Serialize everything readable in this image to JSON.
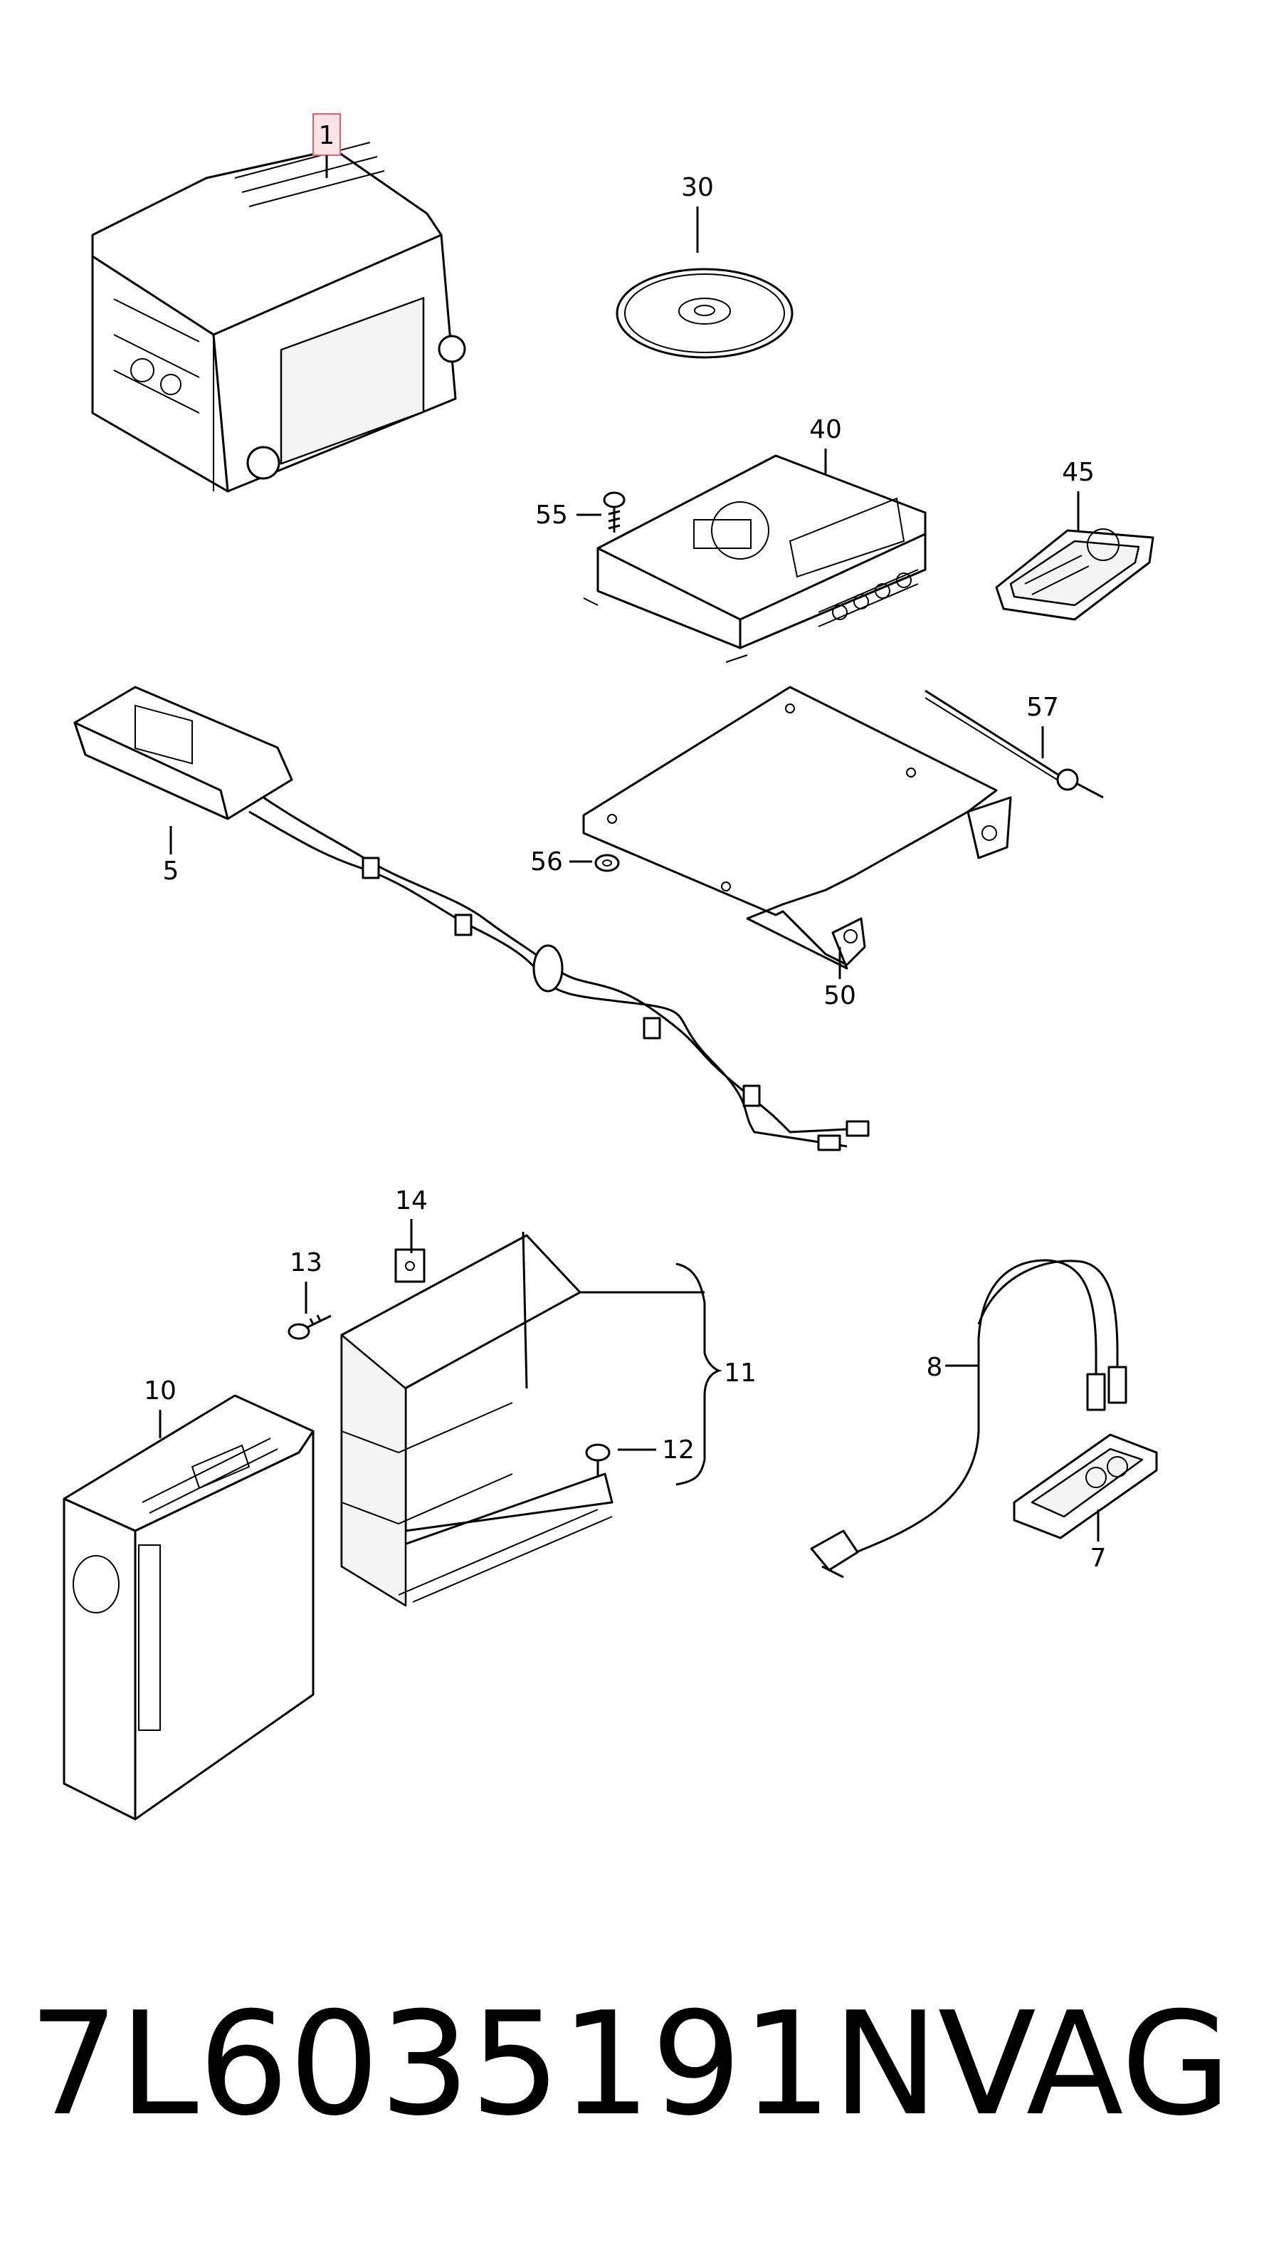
{
  "callouts": {
    "c1": "1",
    "c30": "30",
    "c40": "40",
    "c45": "45",
    "c55": "55",
    "c5": "5",
    "c57": "57",
    "c56": "56",
    "c50": "50",
    "c14": "14",
    "c13": "13",
    "c11": "11",
    "c10": "10",
    "c12": "12",
    "c8": "8",
    "c7": "7"
  },
  "highlight_color": "#e06070",
  "footer": {
    "part_number": "7L6035191NV",
    "brand": "VAG"
  }
}
